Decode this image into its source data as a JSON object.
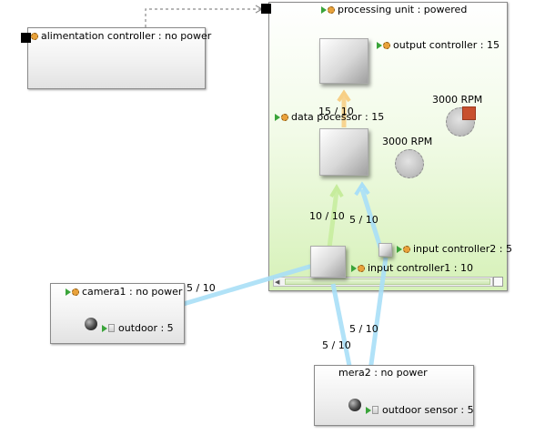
{
  "nodes": {
    "alimentation": "alimentation controller : no power",
    "processing": "processing unit : powered",
    "output": "output controller : 15",
    "data_processor": "data pocessor : 15",
    "input1": "input controller1 : 10",
    "input2": "input controller2 : 5",
    "camera1": "camera1 : no power",
    "camera1_port": "outdoor : 5",
    "camera2": "mera2 : no power",
    "camera2_port": "outdoor sensor : 5"
  },
  "gauges": {
    "upper": "3000 RPM",
    "lower": "3000 RPM"
  },
  "flows": {
    "dp_to_output": "15 / 10",
    "input1_to_dp": "10 / 10",
    "input2_to_dp": "5 / 10",
    "camera1_to_input1": "5 / 10",
    "camera2_to_input2": "5 / 10",
    "camera2_to_input1": "5 / 10"
  },
  "colors": {
    "flow_blue": "#a9dff7",
    "flow_green": "#c6ec9c",
    "flow_orange": "#f7cf86",
    "panel_green": "#d9f3bc",
    "alert_red": "#c8502e"
  }
}
